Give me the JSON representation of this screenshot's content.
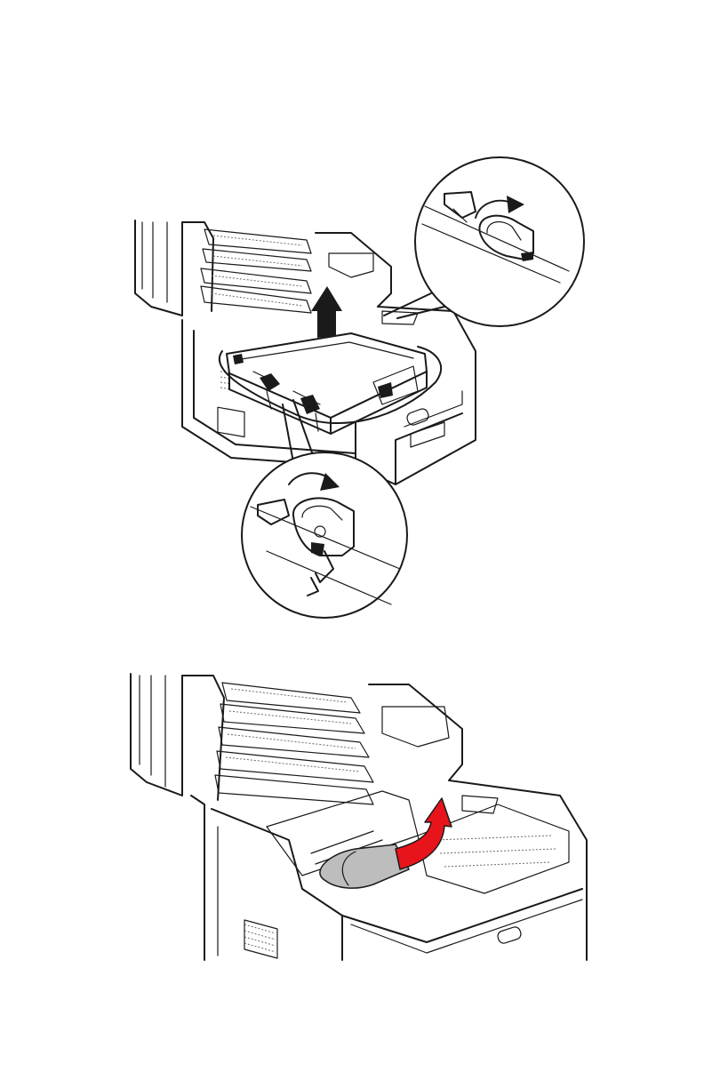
{
  "figures": [
    {
      "step": "remove-belt-unit",
      "icons": [
        "belt-unit",
        "up-arrow-icon",
        "rotate-lock-left-icon",
        "rotate-lock-right-icon"
      ]
    },
    {
      "step": "remove-jammed-paper",
      "icons": [
        "jammed-paper",
        "red-curved-arrow-icon"
      ]
    }
  ],
  "colors": {
    "line": "#1a1a1a",
    "paper": "#bdbdbd",
    "arrow_red": "#e8141c",
    "background": "#ffffff"
  }
}
